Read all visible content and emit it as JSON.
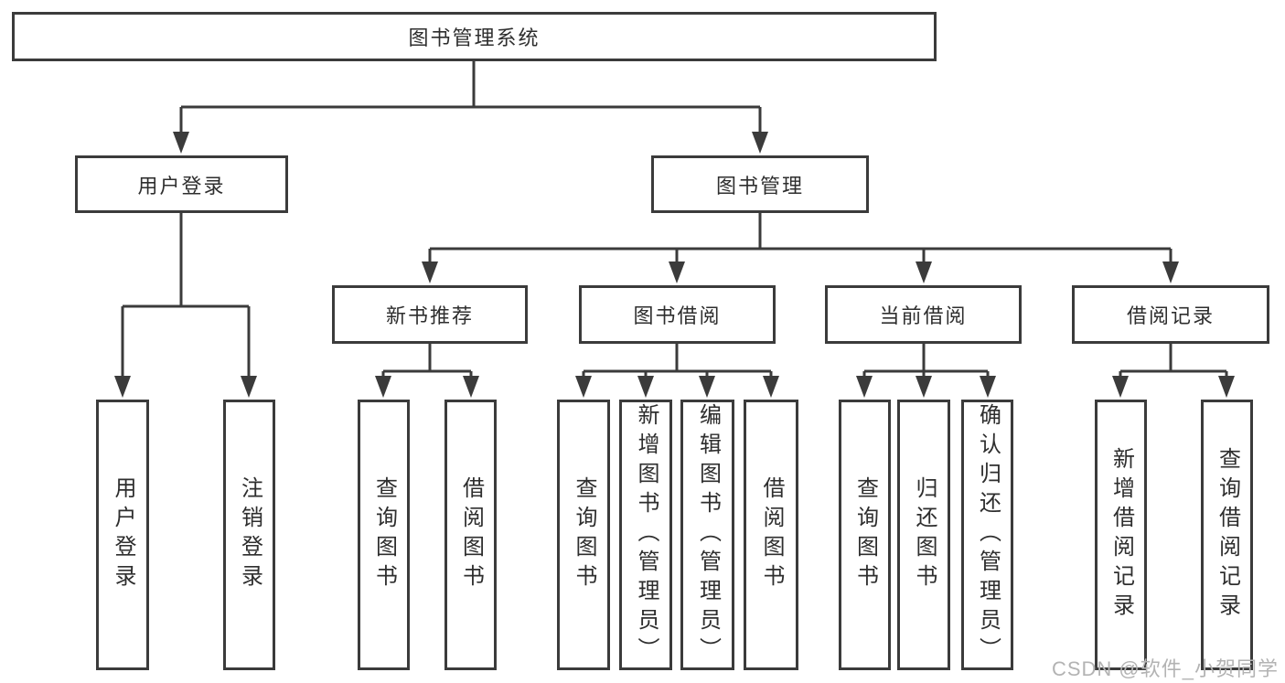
{
  "colors": {
    "line": "#3b3b3b",
    "box_border": "#3b3b3b",
    "text": "#2e2e2e",
    "watermark": "#b3b3b3",
    "background": "#ffffff"
  },
  "nodes": {
    "root": "图书管理系统",
    "level2": [
      "用户登录",
      "图书管理"
    ],
    "level3": [
      "新书推荐",
      "图书借阅",
      "当前借阅",
      "借阅记录"
    ],
    "leaves_user_login": [
      "用户登录",
      "注销登录"
    ],
    "leaves_new_book": [
      "查询图书",
      "借阅图书"
    ],
    "leaves_book_borrow": [
      "查询图书",
      "新增图书（管理员）",
      "编辑图书（管理员）",
      "借阅图书"
    ],
    "leaves_current_borrow": [
      "查询图书",
      "归还图书",
      "确认归还（管理员）"
    ],
    "leaves_borrow_record": [
      "新增借阅记录",
      "查询借阅记录"
    ]
  },
  "watermark": "CSDN @软件_小贺同学"
}
